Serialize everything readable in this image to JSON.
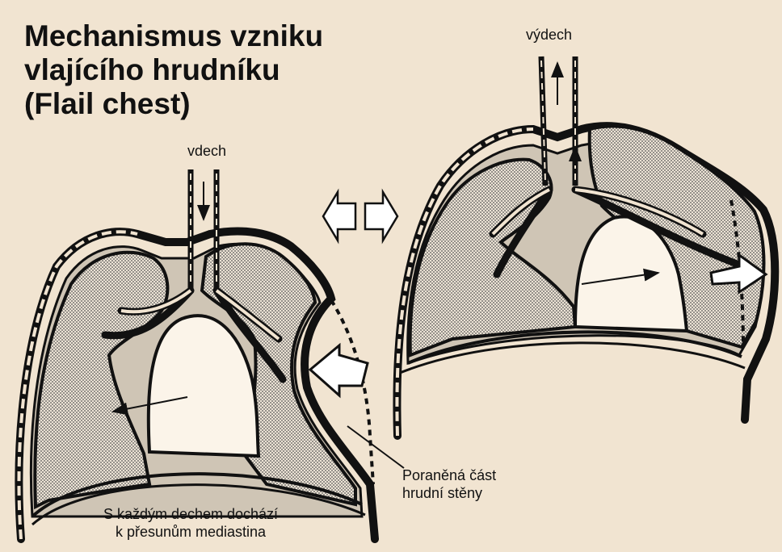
{
  "title": {
    "line1": "Mechanismus vzniku",
    "line2": "vlajícího hrudníku",
    "line3": "(Flail chest)"
  },
  "labels": {
    "inhale": "vdech",
    "exhale": "výdech",
    "injury_line1": "Poraněná část",
    "injury_line2": "hrudní stěny",
    "caption_line1": "S každým dechem dochází",
    "caption_line2": "k přesunům mediastina"
  },
  "colors": {
    "background": "#f1e4d1",
    "lung_fill": "#cfc5b5",
    "ink": "#111111",
    "cavity": "#fbf4e9"
  }
}
